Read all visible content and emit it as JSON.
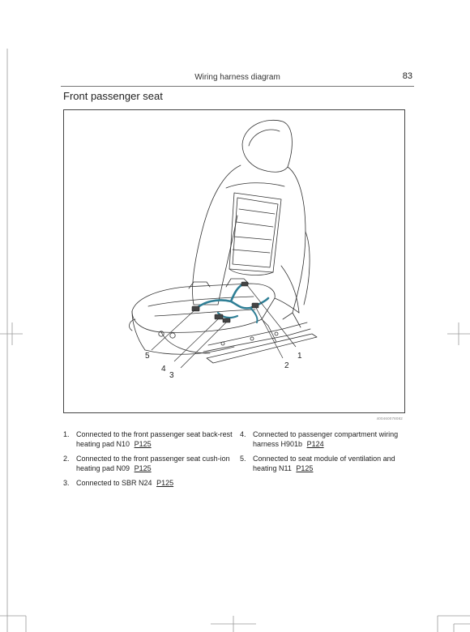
{
  "header": {
    "title": "Wiring harness diagram",
    "page_number": "83"
  },
  "section_title": "Front passenger seat",
  "figure": {
    "id": "400460078082",
    "callout_labels": [
      "1",
      "2",
      "3",
      "4",
      "5"
    ]
  },
  "callouts": [
    {
      "number": "1.",
      "text": "Connected to the front passenger seat back-rest heating pad N10",
      "ref": "P125"
    },
    {
      "number": "2.",
      "text": "Connected to the front passenger seat cush-ion heating pad N09",
      "ref": "P125"
    },
    {
      "number": "3.",
      "text": "Connected to SBR N24",
      "ref": "P125"
    },
    {
      "number": "4.",
      "text": "Connected to passenger compartment wiring harness H901b",
      "ref": "P124"
    },
    {
      "number": "5.",
      "text": "Connected to seat module of ventilation and heating N11",
      "ref": "P125"
    }
  ],
  "colors": {
    "harness": "#2f7f96",
    "line": "#333333"
  }
}
